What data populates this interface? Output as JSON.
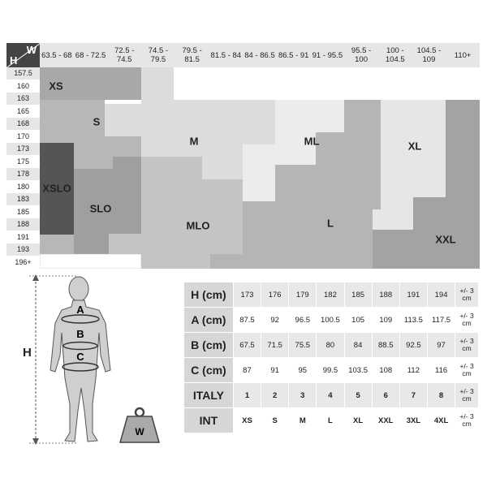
{
  "corner": {
    "w": "W",
    "h": "H"
  },
  "weights": [
    "63.5 - 68",
    "68 - 72.5",
    "72.5 - 74.5",
    "74.5 - 79.5",
    "79.5 - 81.5",
    "81.5 - 84",
    "84 - 86.5",
    "86.5 - 91",
    "91 - 95.5",
    "95.5 - 100",
    "100 - 104.5",
    "104.5 - 109",
    "110+"
  ],
  "heights": [
    "157.5",
    "160",
    "163",
    "165",
    "168",
    "170",
    "173",
    "175",
    "178",
    "180",
    "183",
    "185",
    "188",
    "191",
    "193",
    "196+"
  ],
  "regions": [
    "XS",
    "S",
    "M",
    "ML",
    "XL",
    "XSLO",
    "SLO",
    "MLO",
    "L",
    "XXL"
  ],
  "figure": {
    "height_label": "H",
    "a": "A",
    "b": "B",
    "c": "C",
    "weight": "W"
  },
  "table": {
    "rows": [
      {
        "label": "H (cm)",
        "values": [
          "173",
          "176",
          "179",
          "182",
          "185",
          "188",
          "191",
          "194"
        ],
        "tol": "+/- 3 cm"
      },
      {
        "label": "A (cm)",
        "values": [
          "87.5",
          "92",
          "96.5",
          "100.5",
          "105",
          "109",
          "113.5",
          "117.5"
        ],
        "tol": "+/- 3 cm"
      },
      {
        "label": "B (cm)",
        "values": [
          "67.5",
          "71.5",
          "75.5",
          "80",
          "84",
          "88.5",
          "92.5",
          "97"
        ],
        "tol": "+/- 3 cm"
      },
      {
        "label": "C (cm)",
        "values": [
          "87",
          "91",
          "95",
          "99.5",
          "103.5",
          "108",
          "112",
          "116"
        ],
        "tol": "+/- 3 cm"
      },
      {
        "label": "ITALY",
        "values": [
          "1",
          "2",
          "3",
          "4",
          "5",
          "6",
          "7",
          "8"
        ],
        "tol": "+/- 3 cm"
      },
      {
        "label": "INT",
        "values": [
          "XS",
          "S",
          "M",
          "L",
          "XL",
          "XXL",
          "3XL",
          "4XL"
        ],
        "tol": "+/- 3 cm"
      }
    ]
  }
}
